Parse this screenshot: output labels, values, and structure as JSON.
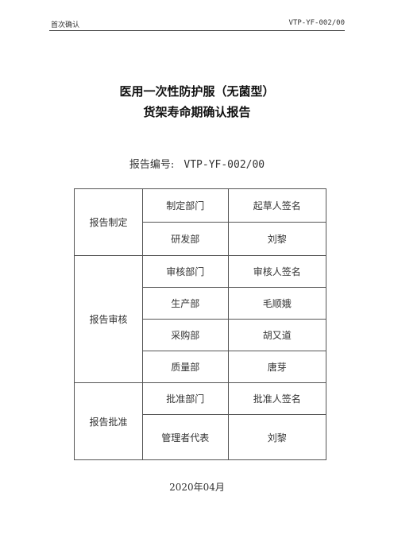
{
  "header": {
    "left": "首次确认",
    "right": "VTP-YF-002/00"
  },
  "title": {
    "line1": "医用一次性防护服（无菌型）",
    "line2": "货架寿命期确认报告"
  },
  "report_number": {
    "label": "报告编号:",
    "value": "VTP-YF-002/00"
  },
  "sections": {
    "prepare": {
      "label": "报告制定",
      "col_dept": "制定部门",
      "col_sign": "起草人签名",
      "rows": [
        {
          "dept": "研发部",
          "name": "刘黎"
        }
      ]
    },
    "review": {
      "label": "报告审核",
      "col_dept": "审核部门",
      "col_sign": "审核人签名",
      "rows": [
        {
          "dept": "生产部",
          "name": "毛顺娥"
        },
        {
          "dept": "采购部",
          "name": "胡又道"
        },
        {
          "dept": "质量部",
          "name": "唐芽"
        }
      ]
    },
    "approve": {
      "label": "报告批准",
      "col_dept": "批准部门",
      "col_sign": "批准人签名",
      "rows": [
        {
          "dept": "管理者代表",
          "name": "刘黎"
        }
      ]
    }
  },
  "date": "2020年04月"
}
